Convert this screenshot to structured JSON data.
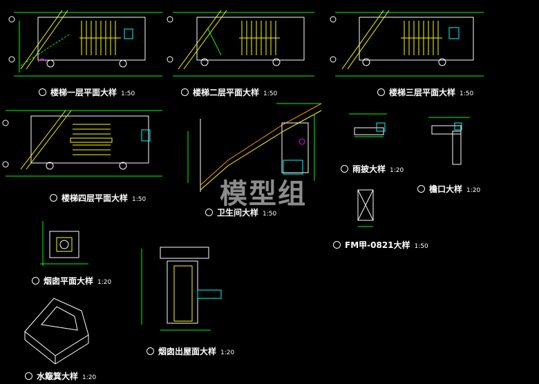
{
  "colors": {
    "background": "#000000",
    "wall": "#ffffff",
    "stair": "#ffff00",
    "hatch": "#00ff00",
    "dimension": "#00ff00",
    "axis": "#ff3333",
    "fill": "#00ffff",
    "accent": "#ff00ff"
  },
  "labels": {
    "floor1": "楼梯一层平面大样",
    "floor2": "楼梯二层平面大样",
    "floor3": "楼梯三层平面大样",
    "floor4": "楼梯四层平面大样",
    "bathroom": "卫生间大样",
    "canopy": "雨披大样",
    "eave": "檐口大样",
    "window": "FM甲-0821大样",
    "chimney_plan": "烟囱平面大样",
    "chimney_roof": "烟囱出屋面大样",
    "water_basin": "水簸箕大样"
  },
  "scales": {
    "s50": "1:50",
    "s20": "1:20"
  },
  "watermark": "模型组"
}
